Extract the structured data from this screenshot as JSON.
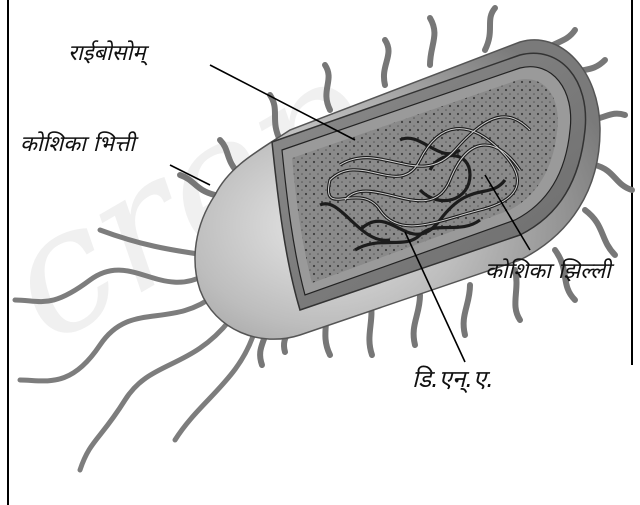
{
  "labels": {
    "ribosome": "राईबोसोम्",
    "cell_wall": "कोशिका भित्ती",
    "cell_membrane": "कोशिका झिल्ली",
    "dna": "डि.एन्.ए."
  },
  "watermark_text": "crep"
}
